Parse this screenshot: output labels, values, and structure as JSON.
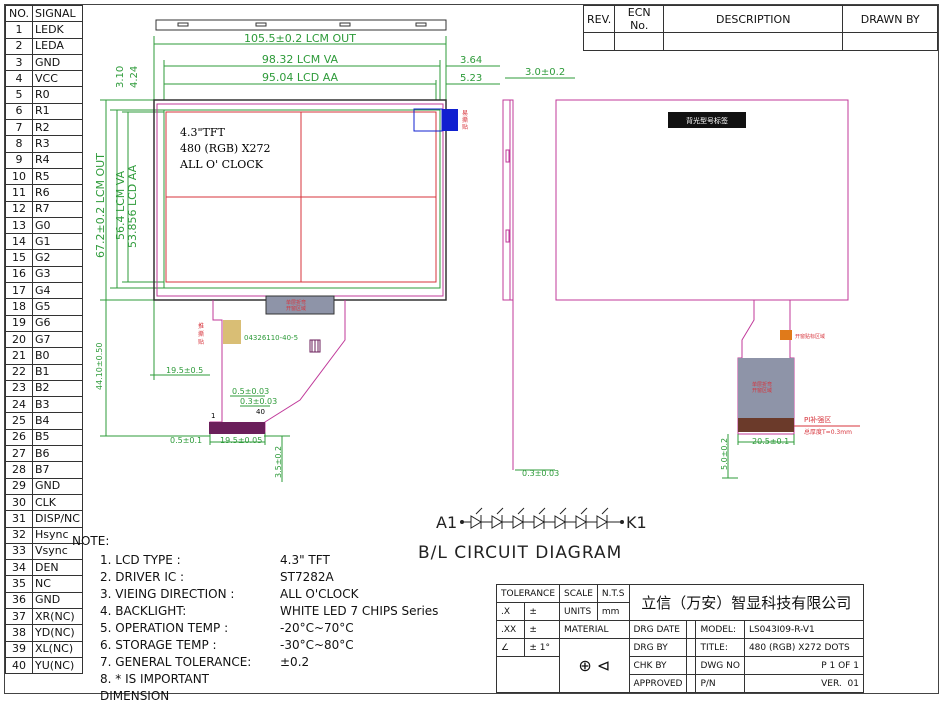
{
  "pin_table": {
    "header": {
      "no": "NO.",
      "signal": "SIGNAL"
    },
    "rows": [
      [
        "1",
        "LEDK"
      ],
      [
        "2",
        "LEDA"
      ],
      [
        "3",
        "GND"
      ],
      [
        "4",
        "VCC"
      ],
      [
        "5",
        "R0"
      ],
      [
        "6",
        "R1"
      ],
      [
        "7",
        "R2"
      ],
      [
        "8",
        "R3"
      ],
      [
        "9",
        "R4"
      ],
      [
        "10",
        "R5"
      ],
      [
        "11",
        "R6"
      ],
      [
        "12",
        "R7"
      ],
      [
        "13",
        "G0"
      ],
      [
        "14",
        "G1"
      ],
      [
        "15",
        "G2"
      ],
      [
        "16",
        "G3"
      ],
      [
        "17",
        "G4"
      ],
      [
        "18",
        "G5"
      ],
      [
        "19",
        "G6"
      ],
      [
        "20",
        "G7"
      ],
      [
        "21",
        "B0"
      ],
      [
        "22",
        "B1"
      ],
      [
        "23",
        "B2"
      ],
      [
        "24",
        "B3"
      ],
      [
        "25",
        "B4"
      ],
      [
        "26",
        "B5"
      ],
      [
        "27",
        "B6"
      ],
      [
        "28",
        "B7"
      ],
      [
        "29",
        "GND"
      ],
      [
        "30",
        "CLK"
      ],
      [
        "31",
        "DISP/NC"
      ],
      [
        "32",
        "Hsync"
      ],
      [
        "33",
        "Vsync"
      ],
      [
        "34",
        "DEN"
      ],
      [
        "35",
        "NC"
      ],
      [
        "36",
        "GND"
      ],
      [
        "37",
        "XR(NC)"
      ],
      [
        "38",
        "YD(NC)"
      ],
      [
        "39",
        "XL(NC)"
      ],
      [
        "40",
        "YU(NC)"
      ]
    ]
  },
  "revision_table": {
    "rev": "REV.",
    "ecn": "ECN No.",
    "description": "DESCRIPTION",
    "drawn_by": "DRAWN BY"
  },
  "dimensions": {
    "lcm_out_w": "105.5±0.2 LCM OUT",
    "lcm_va_w": "98.32 LCM VA",
    "lcd_aa_w": "95.04 LCD AA",
    "right_1": "3.64",
    "right_2": "5.23",
    "left_1": "3.10",
    "left_2": "4.24",
    "thickness": "3.0±0.2",
    "lcm_out_h": "67.2±0.2 LCM OUT",
    "lcm_va_h": "56.4 LCM VA",
    "lcd_aa_h": "53.856 LCD AA",
    "total_h": "44.10±0.50",
    "fpc_offset": "19.5±0.5",
    "pitch": "0.5±0.03",
    "pin_w": "0.3±0.03",
    "pin_40": "40",
    "pin_1": "1",
    "fpc_left": "0.5±0.1",
    "fpc_width": "19.5±0.05",
    "fpc_tail": "3.5±0.2",
    "side_bottom": "0.3±0.03",
    "back_w": "20.5±0.1",
    "back_h": "5.0±0.2"
  },
  "lcd_text": {
    "line1": "4.3\"TFT",
    "line2": "480 (RGB) X272",
    "line3": "ALL O' CLOCK"
  },
  "annotations": {
    "ic_part": "04326110-40-5",
    "fpc_zone": "单层折弯\n开窗区域",
    "backlight_label": "背光型号标签",
    "easy_tear": "易撕贴",
    "stiffener": "PI补强区",
    "total_thickness": "总厚度T=0.3mm",
    "back_fpc_zone": "单层折弯\n开窗区域",
    "back_top_zone": "开窗贴标区域",
    "left_tag": "推\n撕\n贴"
  },
  "circuit": {
    "formula": "A1—⊳|—⊳|—⊳|—⊳|—⊳|—⊳|—⊳|—K1",
    "title": "B/L CIRCUIT DIAGRAM",
    "a": "A1",
    "k": "K1"
  },
  "notes": {
    "title": "NOTE:",
    "items": [
      {
        "k": "1. LCD TYPE :",
        "v": "4.3\"  TFT"
      },
      {
        "k": "2. DRIVER IC :",
        "v": "ST7282A"
      },
      {
        "k": "3. VIEING DIRECTION :",
        "v": "ALL O'CLOCK"
      },
      {
        "k": "4. BACKLIGHT:",
        "v": "WHITE LED 7 CHIPS Series"
      },
      {
        "k": "5. OPERATION TEMP :",
        "v": "-20°C~70°C"
      },
      {
        "k": "6. STORAGE TEMP :",
        "v": "-30°C~80°C"
      },
      {
        "k": "7. GENERAL TOLERANCE:",
        "v": "±0.2"
      },
      {
        "k": "8. * IS IMPORTANT DIMENSION",
        "v": ""
      }
    ]
  },
  "title_block": {
    "tolerance": "TOLERANCE",
    "scale": "SCALE",
    "nts": "N.T.S",
    "x": ".X",
    "pm": "±",
    "units": "UNITS",
    "mm": "mm",
    "xx": ".XX",
    "pm2": "±",
    "material": "MATERIAL",
    "drg_date": "DRG DATE",
    "angle": "∠",
    "pm_deg": "± 1°",
    "drg_by": "DRG BY",
    "chk_by": "CHK BY",
    "approved": "APPROVED",
    "company": "立信（万安）智显科技有限公司",
    "model_k": "MODEL:",
    "model_v": "LS043I09-R-V1",
    "title_k": "TITLE:",
    "title_v": "480 (RGB) X272 DOTS",
    "dwg_k": "DWG NO",
    "page": "P 1 OF 1",
    "pn_k": "P/N",
    "ver_k": "VER.",
    "ver_v": "01"
  },
  "colors": {
    "dim": "#2e9b3a",
    "outline": "#c0399a",
    "lcd": "#d7333b",
    "fpc_pad": "#6b1f5b",
    "blue": "#1020d0",
    "orange": "#e07a1a"
  }
}
